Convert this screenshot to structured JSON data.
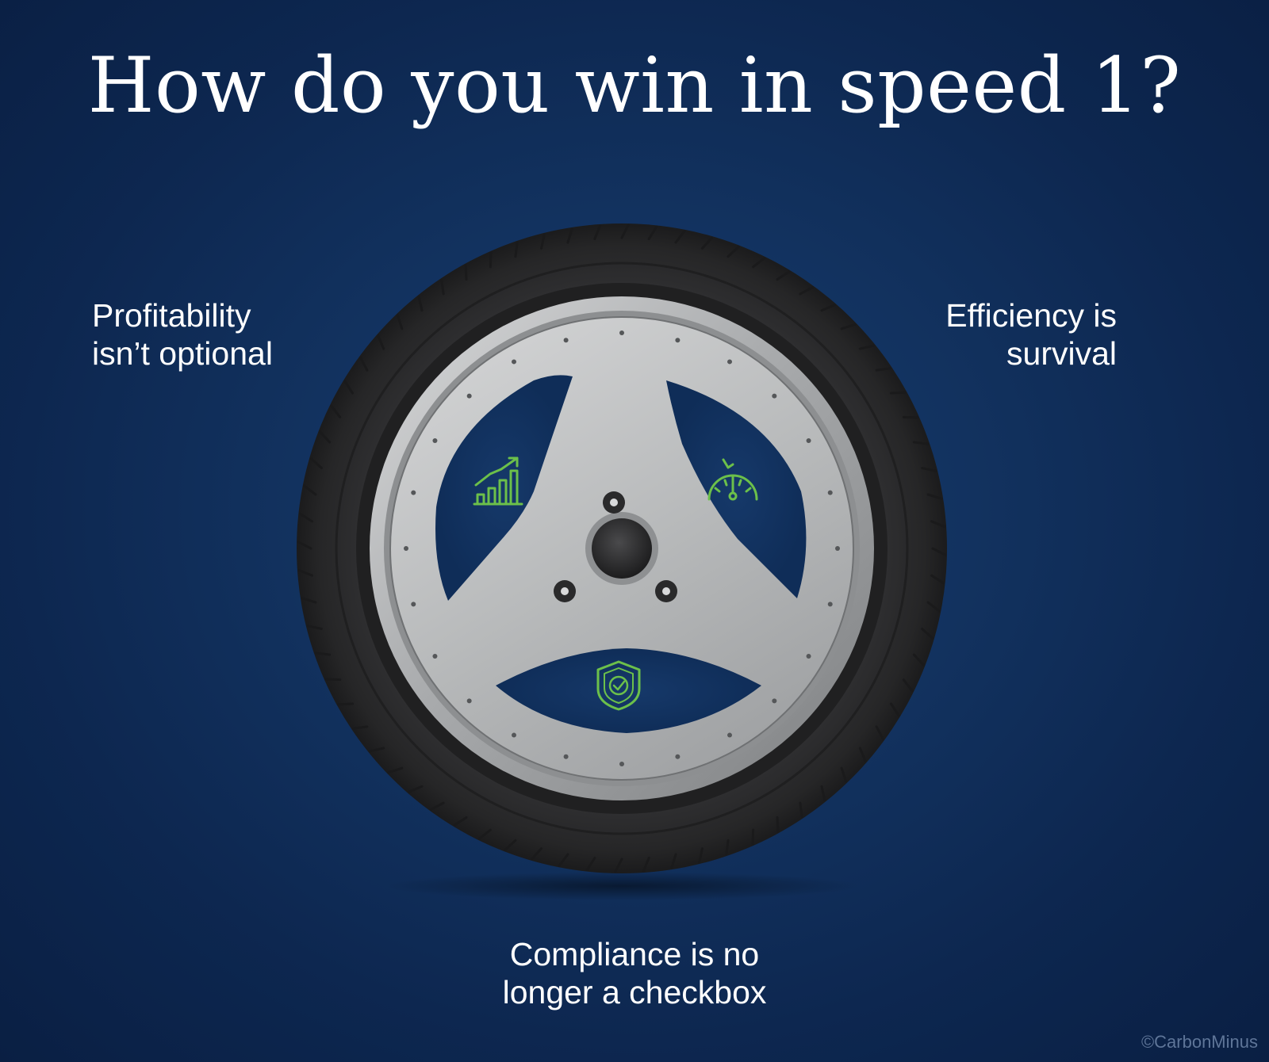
{
  "headline": "How do you win in speed 1?",
  "captions": {
    "left": [
      "Profitability",
      "isn’t optional"
    ],
    "right": [
      "Efficiency is",
      "survival"
    ],
    "bottom": [
      "Compliance is no",
      "longer a checkbox"
    ]
  },
  "watermark": "©CarbonMinus",
  "icons": {
    "left": "growth-chart-icon",
    "right": "speedometer-icon",
    "bottom": "shield-check-icon"
  },
  "colors": {
    "background": "#12325f",
    "icon_accent": "#6cc04a",
    "text": "#ffffff"
  }
}
